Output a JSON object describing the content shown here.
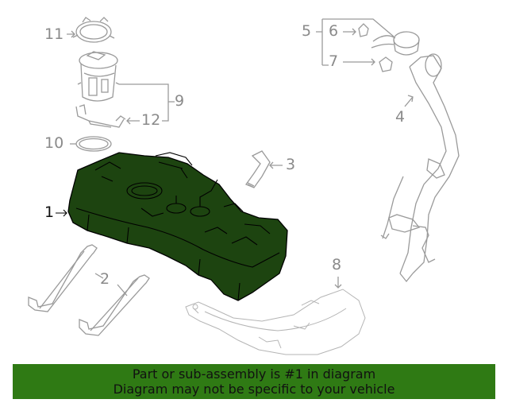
{
  "diagram": {
    "callouts": [
      {
        "id": "1",
        "label": "1"
      },
      {
        "id": "2",
        "label": "2"
      },
      {
        "id": "3",
        "label": "3"
      },
      {
        "id": "4",
        "label": "4"
      },
      {
        "id": "5",
        "label": "5"
      },
      {
        "id": "6",
        "label": "6"
      },
      {
        "id": "7",
        "label": "7"
      },
      {
        "id": "8",
        "label": "8"
      },
      {
        "id": "9",
        "label": "9"
      },
      {
        "id": "10",
        "label": "10"
      },
      {
        "id": "11",
        "label": "11"
      },
      {
        "id": "12",
        "label": "12"
      }
    ],
    "highlight_color": "#2f7a14",
    "tank_fill_color": "#1d4410"
  },
  "banner": {
    "line1": "Part or sub-assembly is #1 in diagram",
    "line2": "Diagram may not be specific to your vehicle"
  }
}
